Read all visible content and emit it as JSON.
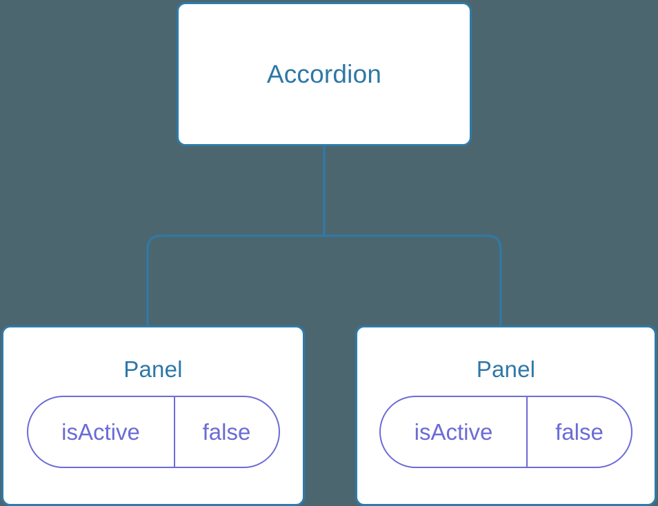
{
  "diagram": {
    "type": "component-tree",
    "background_color": "#4c6670",
    "node_border_color": "#2e7ba8",
    "node_fill_color": "#ffffff",
    "node_title_color": "#2e77a6",
    "state_accent_color": "#6b6bd6",
    "edge_color": "#2e7ba8",
    "root": {
      "label": "Accordion"
    },
    "children": [
      {
        "label": "Panel",
        "state": {
          "key": "isActive",
          "value": "false"
        }
      },
      {
        "label": "Panel",
        "state": {
          "key": "isActive",
          "value": "false"
        }
      }
    ]
  }
}
